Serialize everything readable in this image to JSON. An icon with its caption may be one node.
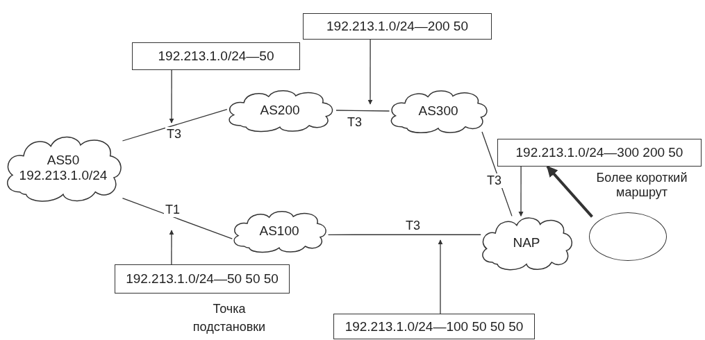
{
  "diagram": {
    "nodes": [
      {
        "text": [
          "AS50",
          "192.213.1.0/24"
        ]
      },
      {
        "text": [
          "192.213.1.0/24—50"
        ]
      },
      {
        "text": [
          "AS200"
        ]
      },
      {
        "text": [
          "192.213.1.0/24—200 50"
        ]
      },
      {
        "text": [
          "AS300"
        ]
      },
      {
        "text": [
          "192.213.1.0/24—300 200 50"
        ]
      },
      {
        "text": [
          "NAP"
        ]
      },
      {
        "text": [],
        "shape": "ellipse"
      },
      {
        "text": [
          "AS100"
        ]
      },
      {
        "text": [
          "192.213.1.0/24—50 50 50"
        ]
      },
      {
        "text": [
          "192.213.1.0/24—100 50 50 50"
        ]
      }
    ],
    "edges": [
      {
        "from": 0,
        "to": 2,
        "arrow": "none",
        "label": "T3"
      },
      {
        "from": 0,
        "to": 8,
        "arrow": "none",
        "label": "T1"
      },
      {
        "from": 2,
        "to": 4,
        "arrow": "none",
        "label": "T3"
      },
      {
        "from": 4,
        "to": 6,
        "arrow": "none",
        "label": "T3"
      },
      {
        "from": 8,
        "to": 6,
        "arrow": "none",
        "label": "T3"
      },
      {
        "from": 1,
        "to": null,
        "arrow": "to"
      },
      {
        "from": 3,
        "to": null,
        "arrow": "to"
      },
      {
        "from": 5,
        "to": 6,
        "arrow": "to"
      },
      {
        "from": 7,
        "to": 5,
        "arrow": "to",
        "style": "thick",
        "label": "Более короткий маршрут"
      },
      {
        "from": 9,
        "to": null,
        "arrow": "to"
      },
      {
        "from": 10,
        "to": null,
        "arrow": "to"
      }
    ],
    "labels": [
      "Точка подстановки"
    ]
  }
}
